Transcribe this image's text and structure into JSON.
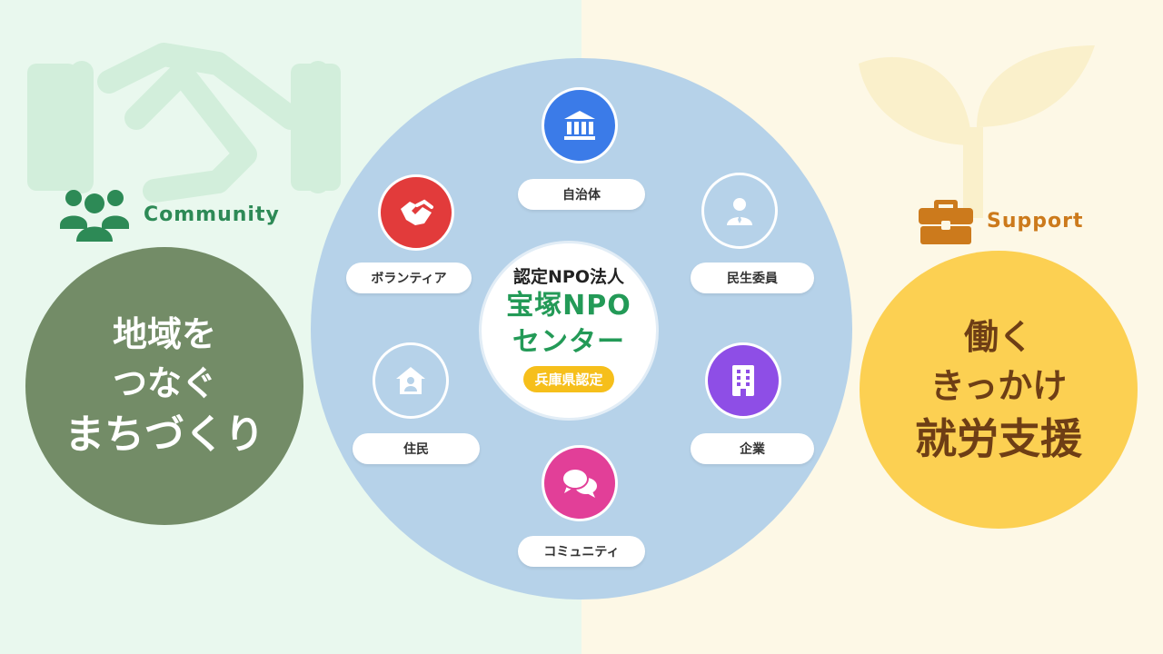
{
  "colors": {
    "left_bg": "#e9f8ee",
    "right_bg": "#fdf8e6",
    "community_green": "#2d8a56",
    "support_orange": "#cc7a1c",
    "left_circle": "#738c67",
    "right_circle": "#fcd052",
    "main_circle": "#b6d2e9",
    "center_name": "#239a57",
    "cert_badge": "#f6bf1b"
  },
  "left": {
    "label": "Community",
    "icon": "people-group-icon",
    "circle_lines": [
      "地域を",
      "つなぐ",
      "まちづくり"
    ]
  },
  "right": {
    "label": "Support",
    "icon": "briefcase-icon",
    "circle_lines": [
      "働く",
      "きっかけ",
      "就労支援"
    ]
  },
  "center": {
    "org_type": "認定NPO法人",
    "org_name_line1": "宝塚NPO",
    "org_name_line2": "センター",
    "certification": "兵庫県認定"
  },
  "nodes": {
    "government": {
      "label": "自治体",
      "icon": "government-building-icon",
      "color": "#3b7be8"
    },
    "volunteer": {
      "label": "ボランティア",
      "icon": "handshake-icon",
      "color": "#e23b3b"
    },
    "welfare": {
      "label": "民生委員",
      "icon": "person-tie-icon",
      "color": ""
    },
    "resident": {
      "label": "住民",
      "icon": "house-person-icon",
      "color": ""
    },
    "company": {
      "label": "企業",
      "icon": "office-building-icon",
      "color": "#8e4ee6"
    },
    "community": {
      "label": "コミュニティ",
      "icon": "chat-bubbles-icon",
      "color": "#e23f98"
    }
  }
}
